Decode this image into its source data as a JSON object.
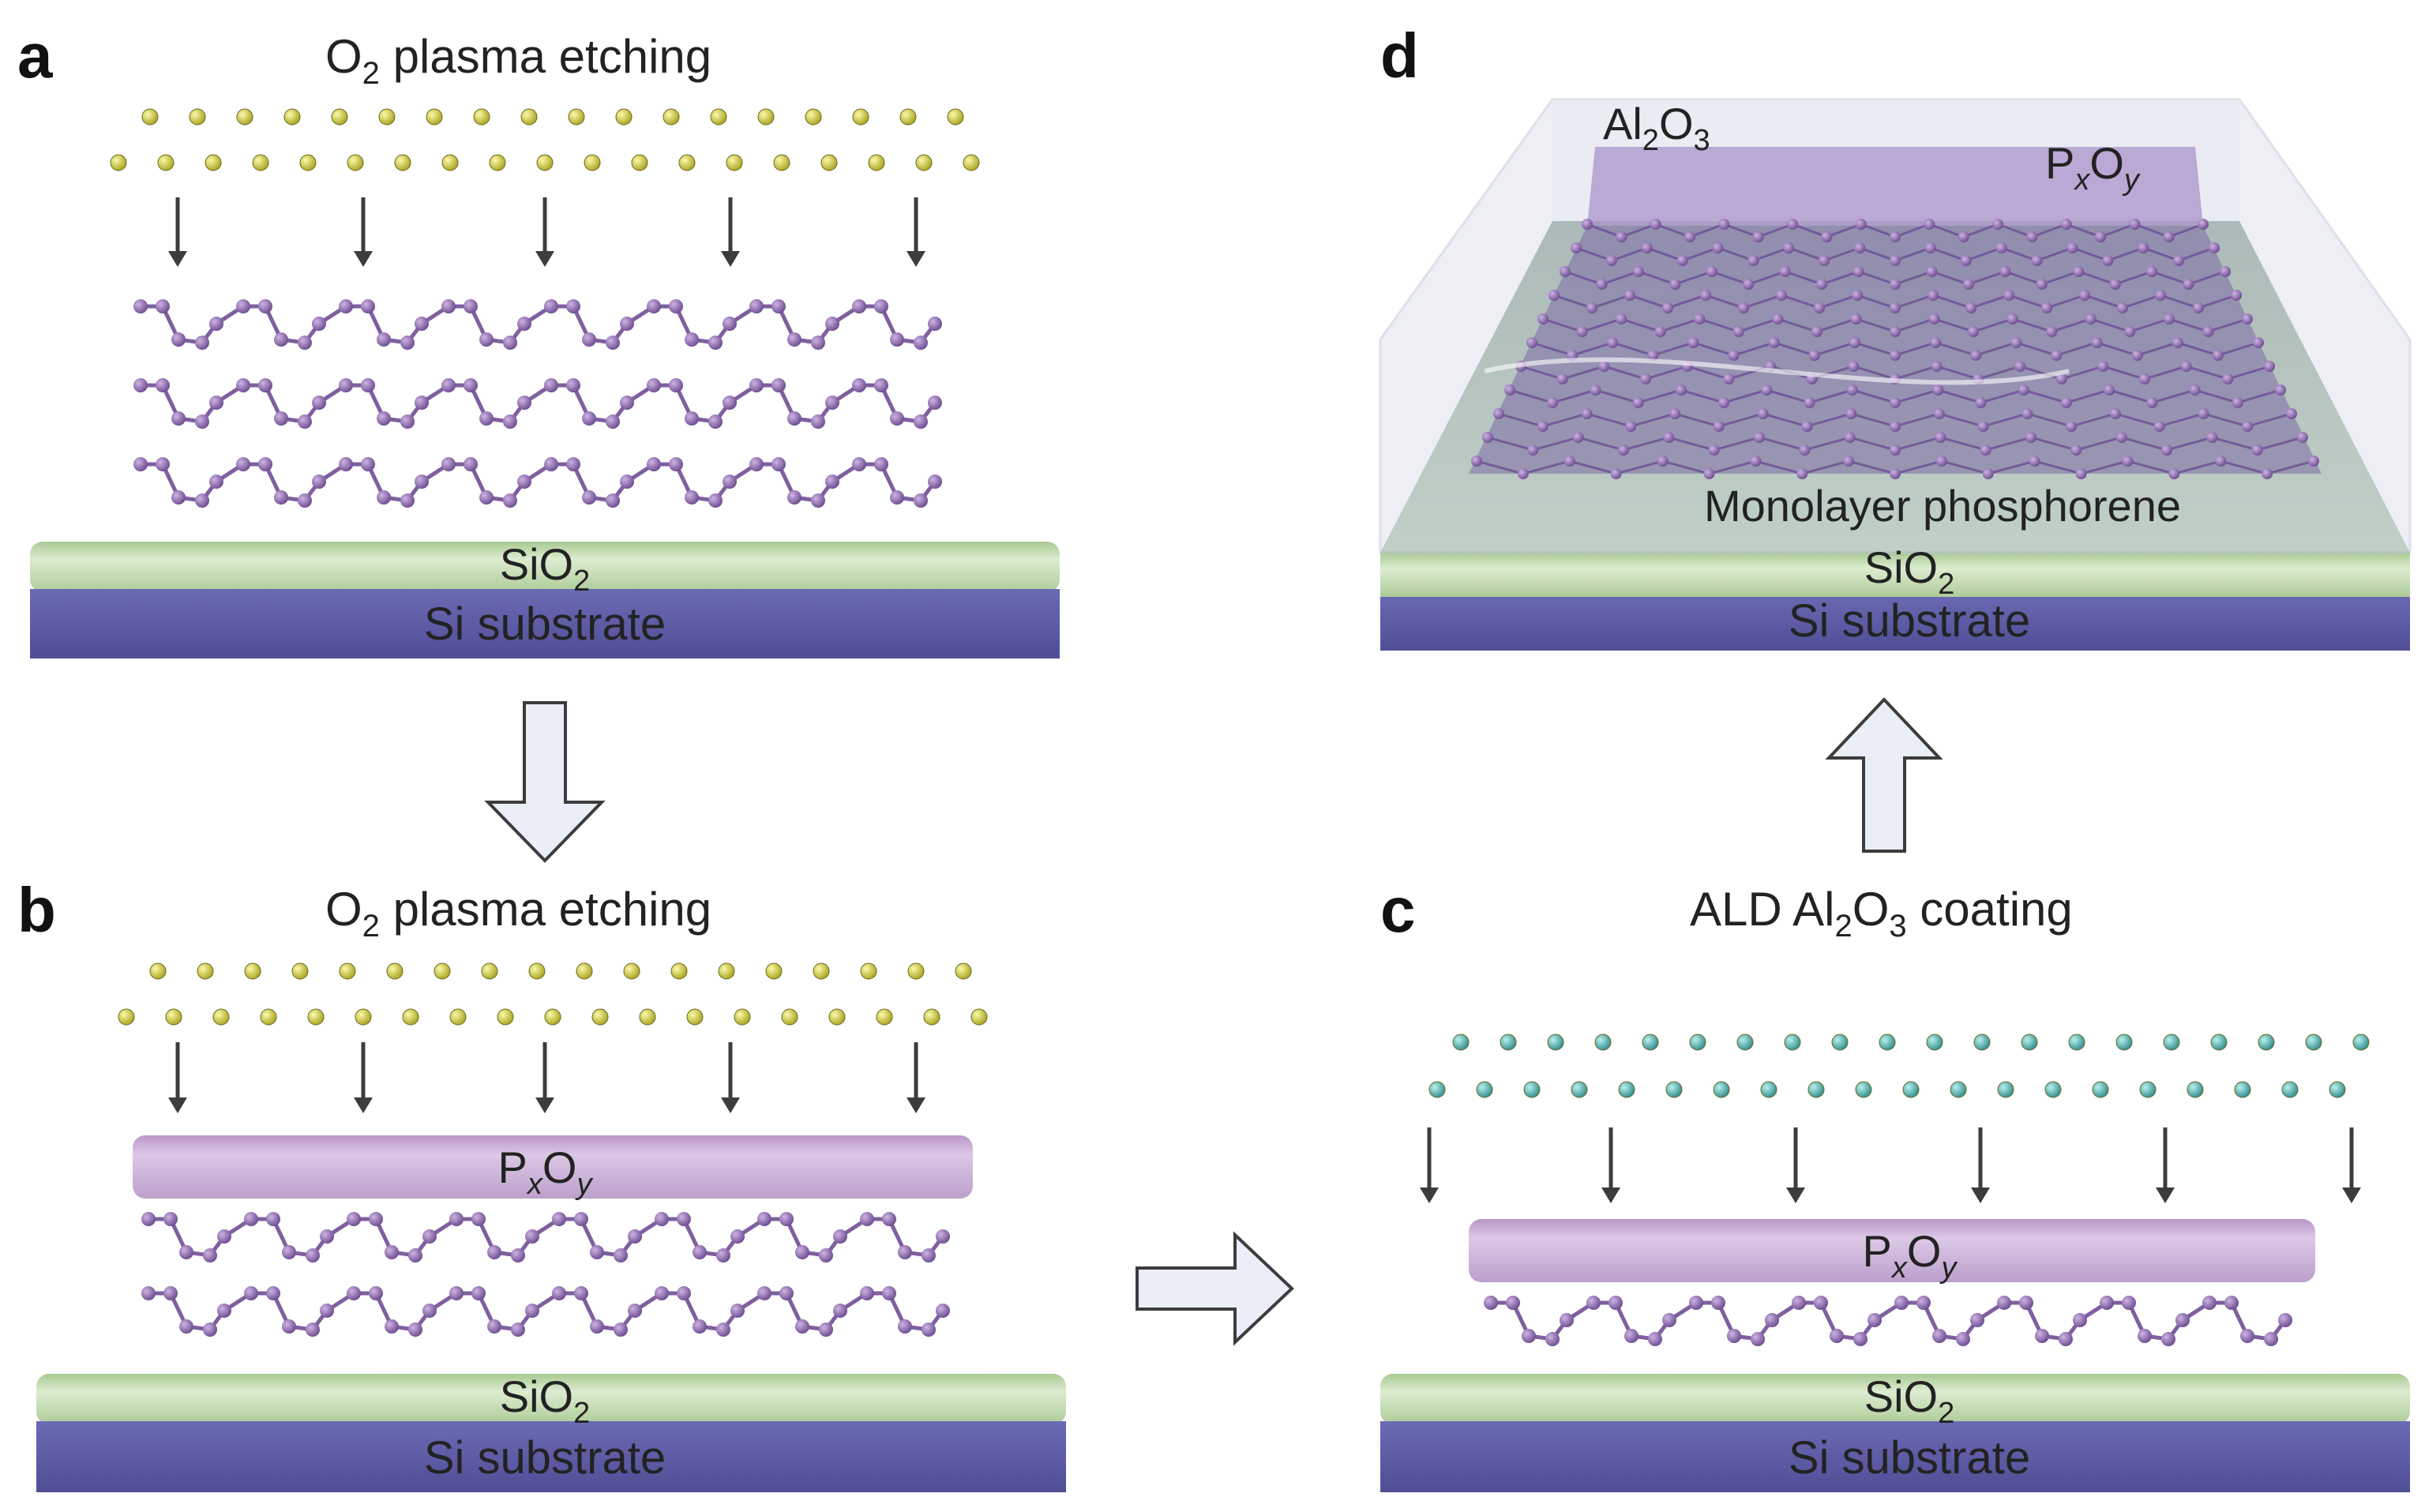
{
  "panels": {
    "a": {
      "letter": "a",
      "title_pre": "O",
      "title_sub": "2",
      "title_post": " plasma etching",
      "sio2_main": "SiO",
      "sio2_sub": "2",
      "substrate": "Si substrate"
    },
    "b": {
      "letter": "b",
      "title_pre": "O",
      "title_sub": "2",
      "title_post": " plasma etching",
      "pxoy_p": "P",
      "pxoy_x": "x",
      "pxoy_o": "O",
      "pxoy_y": "y",
      "sio2_main": "SiO",
      "sio2_sub": "2",
      "substrate": "Si substrate"
    },
    "c": {
      "letter": "c",
      "title_pre": "ALD Al",
      "title_sub1": "2",
      "title_mid": "O",
      "title_sub2": "3",
      "title_post": " coating",
      "pxoy_p": "P",
      "pxoy_x": "x",
      "pxoy_o": "O",
      "pxoy_y": "y",
      "sio2_main": "SiO",
      "sio2_sub": "2",
      "substrate": "Si substrate"
    },
    "d": {
      "letter": "d",
      "al_pre": "Al",
      "al_sub1": "2",
      "al_mid": "O",
      "al_sub2": "3",
      "pxoy_p": "P",
      "pxoy_x": "x",
      "pxoy_o": "O",
      "pxoy_y": "y",
      "monolayer": "Monolayer phosphorene",
      "sio2_main": "SiO",
      "sio2_sub": "2",
      "substrate": "Si substrate"
    }
  },
  "colors": {
    "substrate": "#5f5ea6",
    "sio2": "#bcd8a9",
    "pxoy": "#c6a9d2",
    "phosphorus": "#8e6aae",
    "oxygen_plasma": "#d2d04c",
    "ald_precursor": "#5fb3b3",
    "arrow_fill": "#e9eef7"
  }
}
